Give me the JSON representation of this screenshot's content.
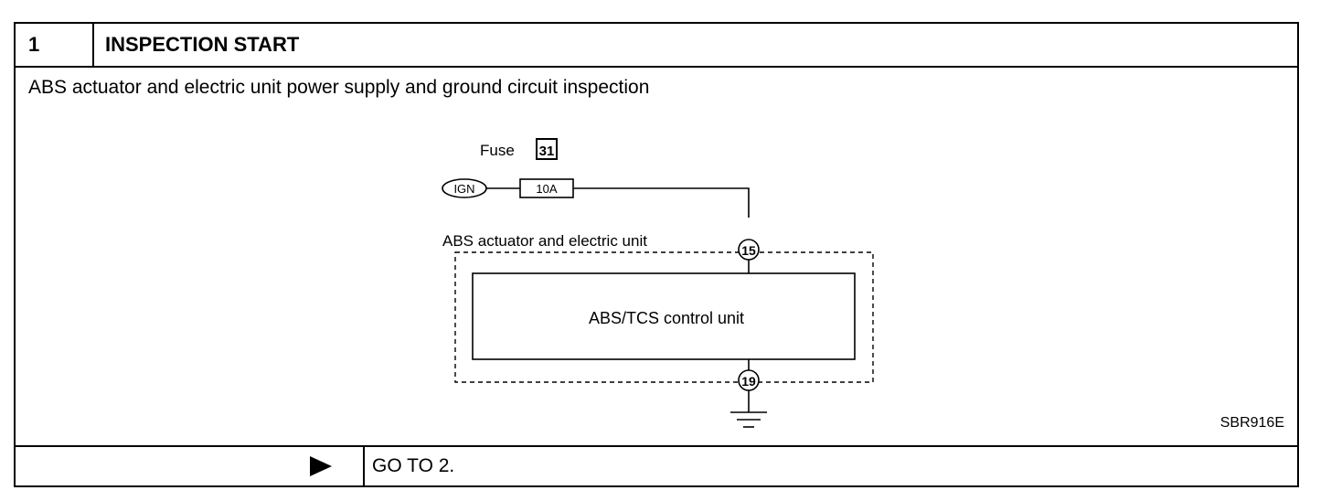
{
  "header": {
    "step_number": "1",
    "title": "INSPECTION START"
  },
  "description": "ABS actuator and electric unit power supply and ground circuit inspection",
  "diagram": {
    "fuse_label": "Fuse",
    "fuse_number": "31",
    "ign_label": "IGN",
    "fuse_rating": "10A",
    "unit_outer_label": "ABS actuator and electric unit",
    "unit_inner_label": "ABS/TCS control unit",
    "terminal_top": "15",
    "terminal_bottom": "19"
  },
  "figure_ref": "SBR916E",
  "footer": {
    "action": "GO TO 2."
  }
}
